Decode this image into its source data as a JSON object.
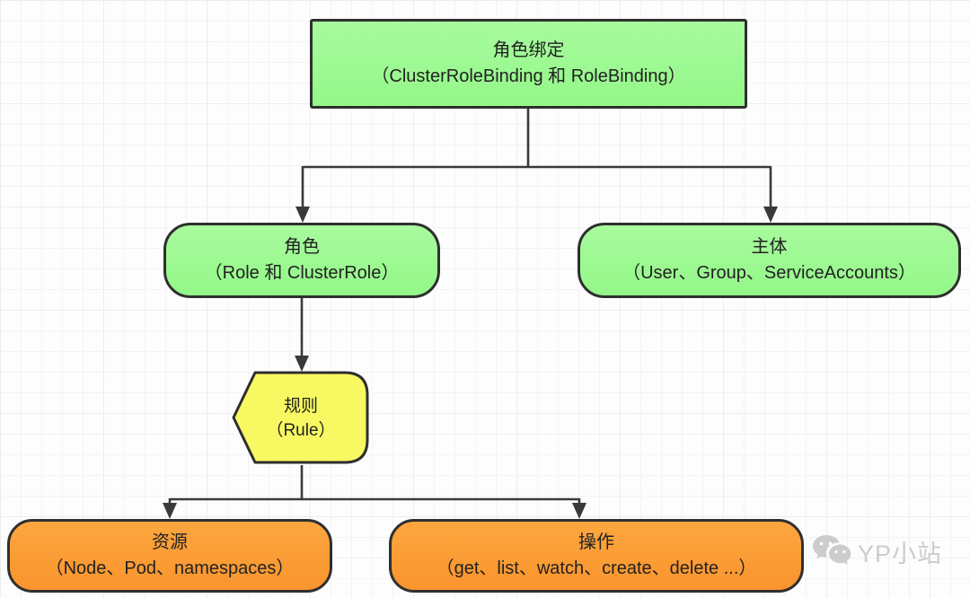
{
  "diagram": {
    "nodes": {
      "role_binding": {
        "title": "角色绑定",
        "subtitle": "（ClusterRoleBinding 和 RoleBinding）"
      },
      "role": {
        "title": "角色",
        "subtitle": "（Role 和 ClusterRole）"
      },
      "subject": {
        "title": "主体",
        "subtitle": "（User、Group、ServiceAccounts）"
      },
      "rule": {
        "title": "规则",
        "subtitle": "（Rule）"
      },
      "resource": {
        "title": "资源",
        "subtitle": "（Node、Pod、namespaces）"
      },
      "operation": {
        "title": "操作",
        "subtitle": "（get、list、watch、create、delete ...）"
      }
    },
    "colors": {
      "green_fill": "#99fa8f",
      "yellow_fill": "#f8f862",
      "orange_fill": "#fb9a33",
      "node_border": "#2f2f2f",
      "connector": "#3a3a3a",
      "text": "#222222",
      "watermark": "#cccccc",
      "grid_line": "#ededf1"
    },
    "watermark": {
      "label": "YP小站"
    }
  }
}
